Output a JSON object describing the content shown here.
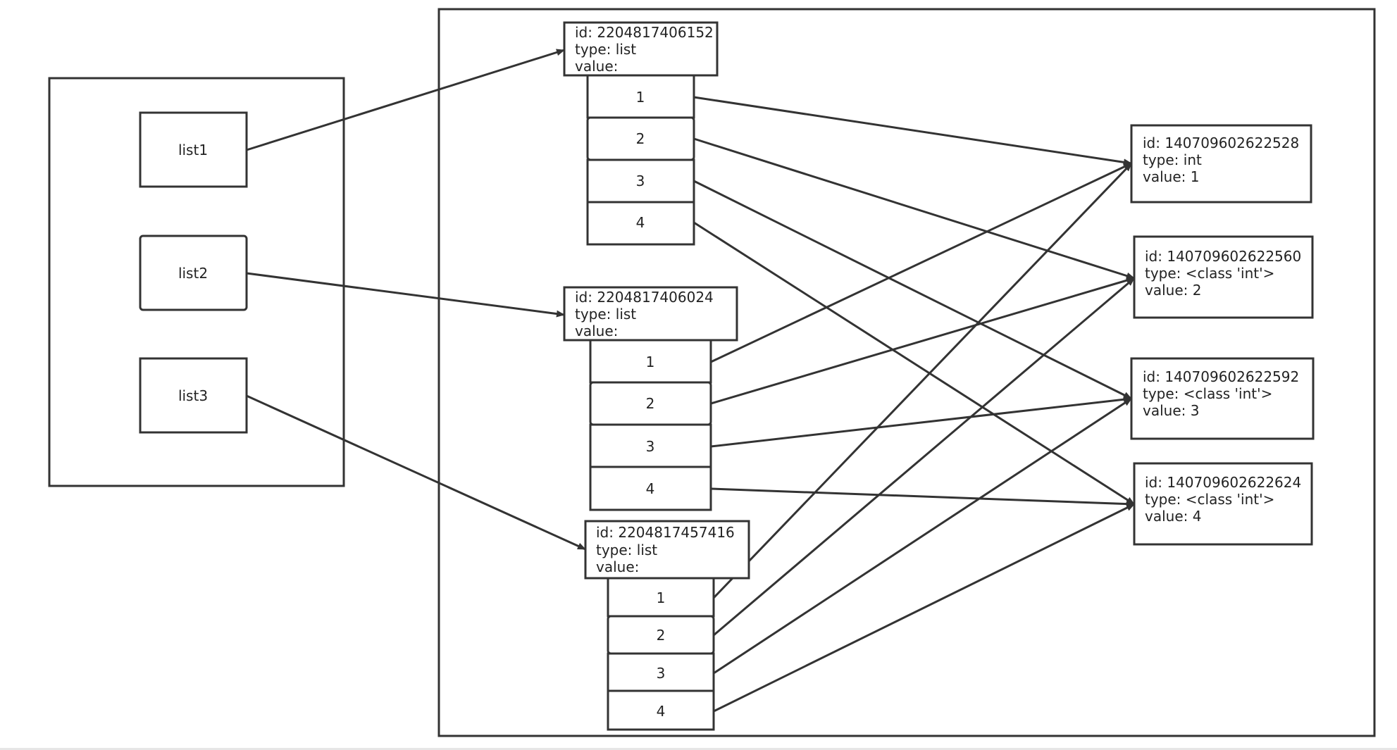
{
  "variables": [
    {
      "name": "list1"
    },
    {
      "name": "list2"
    },
    {
      "name": "list3"
    }
  ],
  "lists": [
    {
      "id_line": "id:  2204817406152",
      "type_line": "type:  list",
      "value_line": "value:",
      "items": [
        "1",
        "2",
        "3",
        "4"
      ]
    },
    {
      "id_line": "id:  2204817406024",
      "type_line": "type:  list",
      "value_line": "value:",
      "items": [
        "1",
        "2",
        "3",
        "4"
      ]
    },
    {
      "id_line": "id:  2204817457416",
      "type_line": "type:  list",
      "value_line": "value:",
      "items": [
        "1",
        "2",
        "3",
        "4"
      ]
    }
  ],
  "ints": [
    {
      "id_line": "id:  140709602622528",
      "type_line": "type:  int",
      "value_line": "value:  1"
    },
    {
      "id_line": "id:  140709602622560",
      "type_line": "type:  <class 'int'>",
      "value_line": "value:  2"
    },
    {
      "id_line": "id:  140709602622592",
      "type_line": "type:  <class 'int'>",
      "value_line": "value:  3"
    },
    {
      "id_line": "id:  140709602622624",
      "type_line": "type:  <class 'int'>",
      "value_line": "value:  4"
    }
  ],
  "colors": {
    "stroke": "#333333",
    "text": "#222222",
    "background": "#ffffff"
  }
}
